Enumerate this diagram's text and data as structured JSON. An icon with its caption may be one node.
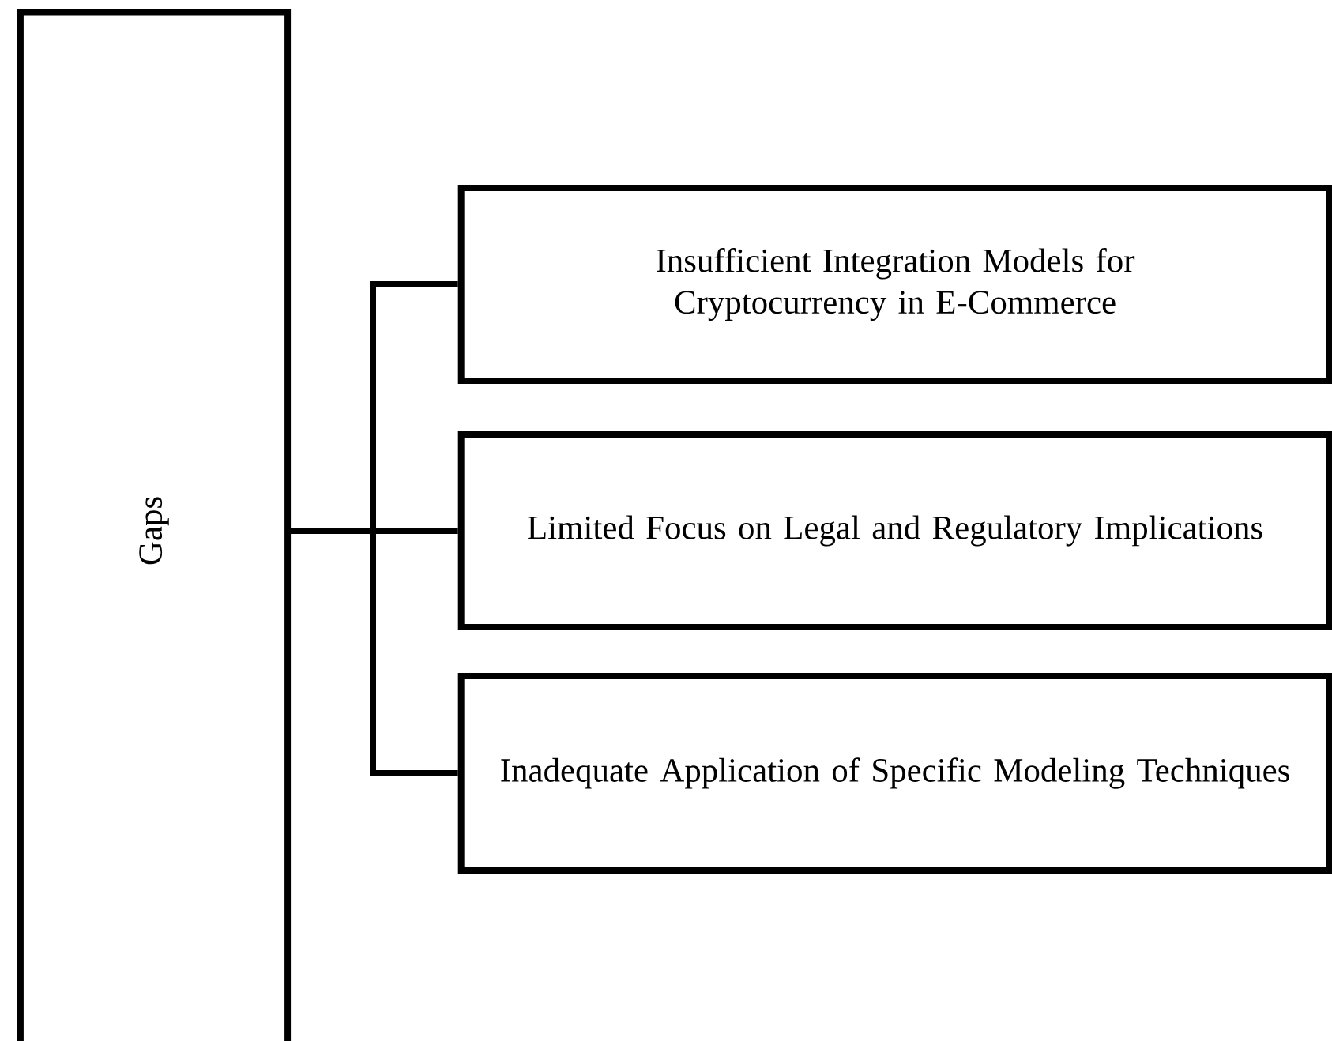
{
  "diagram": {
    "nodes": [
      {
        "text": [
          "Gaps"
        ]
      },
      {
        "text": [
          "Insufficient Integration Models for Cryptocurrency in E-Commerce"
        ]
      },
      {
        "text": [
          "Limited Focus on Legal and Regulatory Implications"
        ]
      },
      {
        "text": [
          "Inadequate Application of Specific Modeling Techniques"
        ]
      }
    ],
    "edges": [
      {
        "from": 0,
        "to": 1,
        "arrow": "none"
      },
      {
        "from": 0,
        "to": 2,
        "arrow": "none"
      },
      {
        "from": 0,
        "to": 3,
        "arrow": "none"
      }
    ]
  }
}
